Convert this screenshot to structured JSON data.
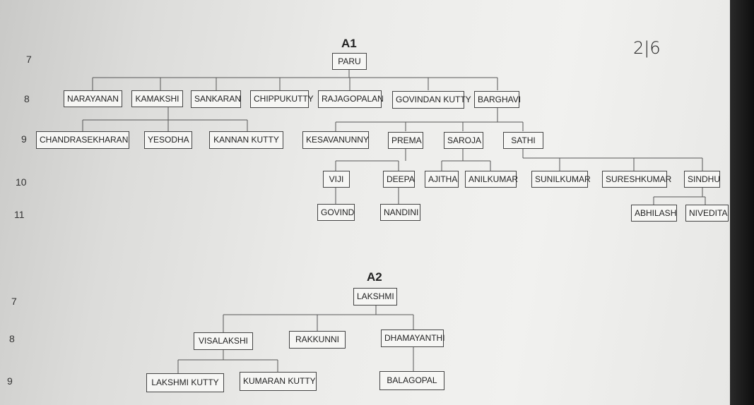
{
  "page_number": "2|6",
  "trees": [
    {
      "title": "A1",
      "generations": [
        "7",
        "8",
        "9",
        "10",
        "11"
      ],
      "people": {
        "paru": "PARU",
        "narayanan": "NARAYANAN",
        "kamakshi": "KAMAKSHI",
        "sankaran": "SANKARAN",
        "chippukutty": "CHIPPUKUTTY",
        "rajagopalan": "RAJAGOPALAN",
        "govindan_kutty": "GOVINDAN KUTTY",
        "barghavi": "BARGHAVI",
        "chandrasekharan": "CHANDRASEKHARAN",
        "yesodha": "YESODHA",
        "kannan_kutty": "KANNAN KUTTY",
        "kesavanunny": "KESAVANUNNY",
        "prema": "PREMA",
        "saroja": "SAROJA",
        "sathi": "SATHI",
        "viji": "VIJI",
        "deepa": "DEEPA",
        "ajitha": "AJITHA",
        "anilkumar": "ANILKUMAR",
        "sunilkumar": "SUNILKUMAR",
        "sureshkumar": "SURESHKUMAR",
        "sindhu": "SINDHU",
        "govind": "GOVIND",
        "nandini": "NANDINI",
        "abhilash": "ABHILASH",
        "nivedita": "NIVEDITA"
      }
    },
    {
      "title": "A2",
      "generations": [
        "7",
        "8",
        "9"
      ],
      "people": {
        "lakshmi": "LAKSHMI",
        "visalakshi": "VISALAKSHI",
        "rakkunni": "RAKKUNNI",
        "dhamayanthi": "DHAMAYANTHI",
        "lakshmi_kutty": "LAKSHMI KUTTY",
        "kumaran_kutty": "KUMARAN KUTTY",
        "balagopal": "BALAGOPAL"
      }
    }
  ]
}
